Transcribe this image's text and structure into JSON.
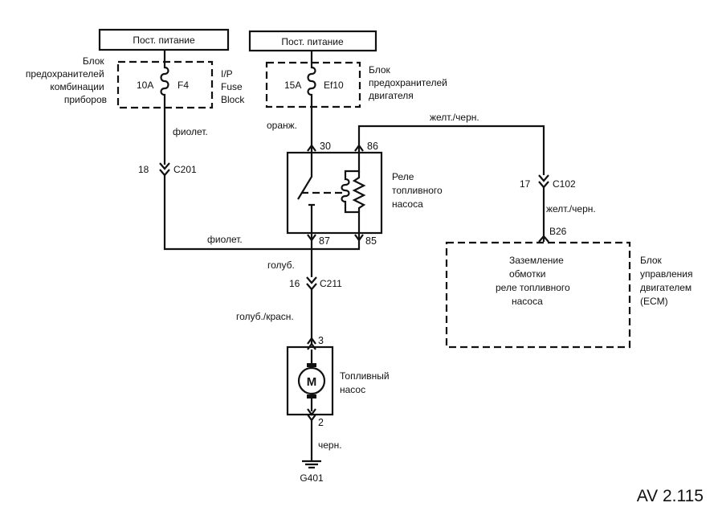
{
  "power_supply": {
    "left": "Пост. питание",
    "right": "Пост. питание"
  },
  "fuse_block_ip": {
    "label_ru": [
      "Блок",
      "предохранителей",
      "комбинации",
      "приборов"
    ],
    "label_en": [
      "I/P",
      "Fuse",
      "Block"
    ],
    "rating": "10A",
    "name": "F4"
  },
  "fuse_block_engine": {
    "label_ru": [
      "Блок",
      "предохранителей",
      "двигателя"
    ],
    "rating": "15A",
    "name": "Ef10"
  },
  "wires": {
    "violet_1": "фиолет.",
    "violet_2": "фиолет.",
    "orange": "оранж.",
    "yellow_black_1": "желт./черн.",
    "yellow_black_2": "желт./черн.",
    "blue": "голуб.",
    "blue_red": "голуб./красн.",
    "black": "черн."
  },
  "connectors": {
    "c201": {
      "pin": "18",
      "name": "C201"
    },
    "c102": {
      "pin": "17",
      "name": "C102"
    },
    "c211": {
      "pin": "16",
      "name": "C211"
    }
  },
  "relay": {
    "label": [
      "Реле",
      "топливного",
      "насоса"
    ],
    "pins": {
      "p30": "30",
      "p86": "86",
      "p87": "87",
      "p85": "85"
    }
  },
  "ecm": {
    "pin": "B26",
    "inner_text": [
      "Заземление",
      "обмотки",
      "реле топливного",
      "насоса"
    ],
    "label": [
      "Блок",
      "управления",
      "двигателем",
      "(ECM)"
    ]
  },
  "pump": {
    "motor_letter": "M",
    "label": [
      "Топливный",
      "насос"
    ],
    "pins": {
      "top": "3",
      "bottom": "2"
    }
  },
  "ground": {
    "name": "G401"
  },
  "figure_ref": "AV 2.115"
}
